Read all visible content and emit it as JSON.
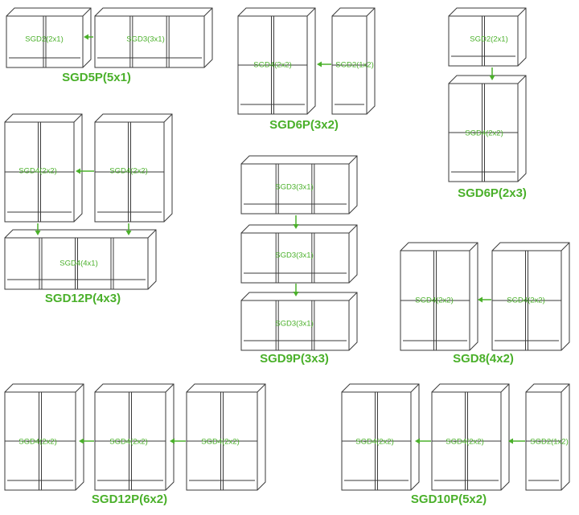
{
  "colors": {
    "label": "#4ab02a",
    "line": "#3a3a3a"
  },
  "groups": [
    {
      "title": "SGD5P(5x1)",
      "units": [
        "SGD2(2x1)",
        "SGD3(3x1)"
      ]
    },
    {
      "title": "SGD6P(3x2)",
      "units": [
        "SGD4(2x2)",
        "SGD2(1x2)"
      ]
    },
    {
      "title": "SGD6P(2x3)",
      "units": [
        "SGD2(2x1)",
        "SGD4(2x2)"
      ]
    },
    {
      "title": "SGD12P(4x3)",
      "units": [
        "SGD4(2x2)",
        "SGD4(2x2)",
        "SGD4(4x1)"
      ]
    },
    {
      "title": "SGD9P(3x3)",
      "units": [
        "SGD3(3x1)",
        "SGD3(3x1)",
        "SGD3(3x1)"
      ]
    },
    {
      "title": "SGD8(4x2)",
      "units": [
        "SGD4(2x2)",
        "SGD4(2x2)"
      ]
    },
    {
      "title": "SGD12P(6x2)",
      "units": [
        "SGD4(2x2)",
        "SGD4(2x2)",
        "SGD4(2x2)"
      ]
    },
    {
      "title": "SGD10P(5x2)",
      "units": [
        "SGD4(2x2)",
        "SGD4(2x2)",
        "SGD2(1x2)"
      ]
    }
  ]
}
